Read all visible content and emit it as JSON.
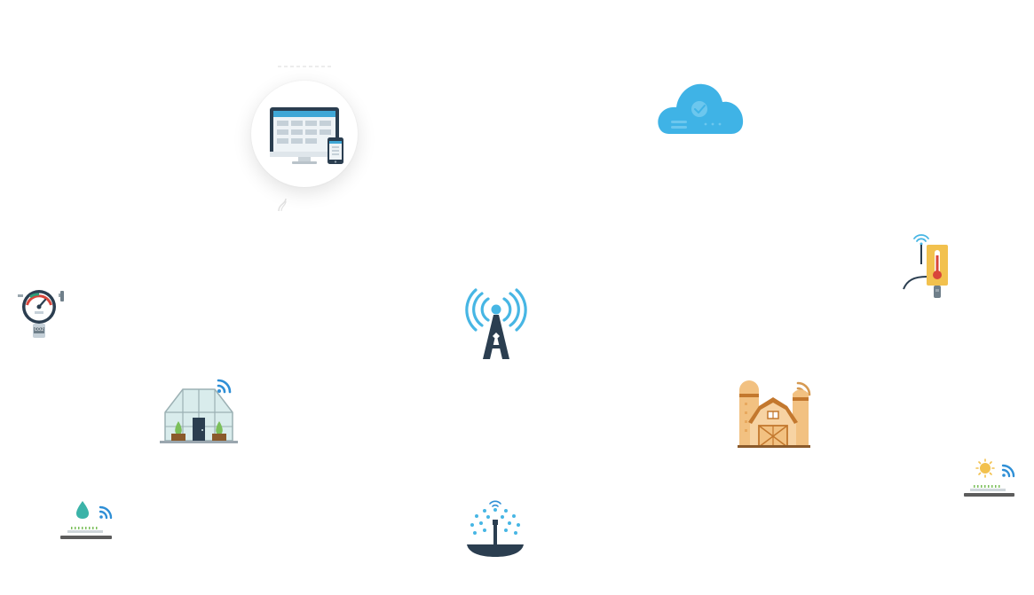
{
  "diagram": {
    "nodes": [
      {
        "id": "dashboard",
        "icon": "monitor-phone-dashboard-icon"
      },
      {
        "id": "cloud",
        "icon": "cloud-check-icon"
      },
      {
        "id": "gateway",
        "icon": "radio-tower-icon"
      },
      {
        "id": "co2-meter",
        "icon": "co2-gauge-icon",
        "label": "CO2"
      },
      {
        "id": "thermometer-sensor",
        "icon": "wireless-thermometer-icon"
      },
      {
        "id": "greenhouse",
        "icon": "greenhouse-wifi-icon"
      },
      {
        "id": "barn",
        "icon": "barn-silo-wifi-icon"
      },
      {
        "id": "soil-moisture",
        "icon": "water-drop-wifi-icon"
      },
      {
        "id": "sprinkler",
        "icon": "sprinkler-icon"
      },
      {
        "id": "weather-station",
        "icon": "sun-wifi-icon"
      }
    ]
  },
  "colors": {
    "cloud": "#3fb3e6",
    "tower_signal": "#47b6e4",
    "tower": "#2b3e50",
    "barn": "#f2c181",
    "barn_roof": "#c3782e",
    "wifi": "#2f8fd6",
    "wifi_orange": "#d69a52",
    "greenhouse": "#d9ecec",
    "thermometer": "#f2c14e",
    "thermo_red": "#d9453a",
    "gauge_green": "#2e9e7a",
    "ground": "#5c5c5c"
  }
}
